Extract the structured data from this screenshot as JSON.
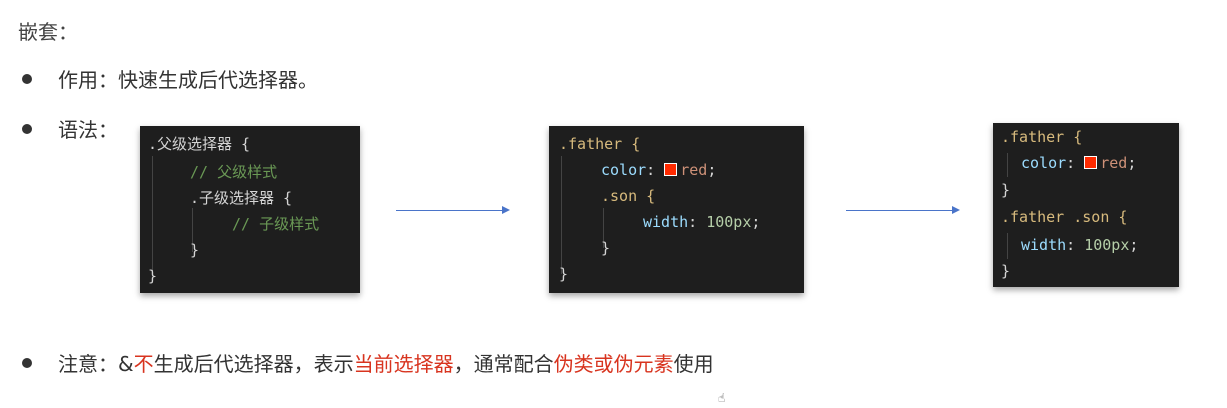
{
  "heading": "嵌套：",
  "bullets": {
    "purpose": "作用：快速生成后代选择器。",
    "syntax": "语法：",
    "note": {
      "prefix": "注意：&",
      "part1": "不",
      "part2": "生成后代选择器，表示",
      "part3": "当前选择器",
      "part4": "，通常配合",
      "part5": "伪类或伪元素",
      "part6": "使用"
    }
  },
  "code1": {
    "line1": ".父级选择器 {",
    "line2": "// 父级样式",
    "line3": ".子级选择器 {",
    "line4": "// 子级样式",
    "line5": "}",
    "line6": "}"
  },
  "code2": {
    "line1": ".father {",
    "prop_color": "color",
    "colon": ":",
    "val_red": "red",
    "semi": ";",
    "line3": ".son {",
    "prop_width": "width",
    "val_100": "100px",
    "close_inner": "}",
    "close_outer": "}"
  },
  "code3": {
    "line1": ".father {",
    "prop_color": "color",
    "colon": ":",
    "val_red": "red",
    "semi": ";",
    "close1": "}",
    "line4": ".father .son {",
    "prop_width": "width",
    "val_100": "100px",
    "close2": "}"
  },
  "colors": {
    "accent_red": "#d8341f",
    "arrow_blue": "#4a74c9",
    "code_bg": "#1e1e1e"
  }
}
